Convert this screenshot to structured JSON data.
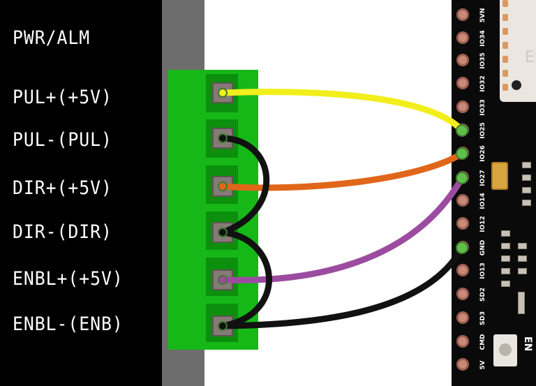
{
  "driver": {
    "labels": [
      "PWR/ALM",
      "PUL+(+5V)",
      "PUL-(PUL)",
      "DIR+(+5V)",
      "DIR-(DIR)",
      "ENBL+(+5V)",
      "ENBL-(ENB)"
    ]
  },
  "board": {
    "pins": [
      "5VN",
      "IO34",
      "IO35",
      "IO32",
      "IO33",
      "IO25",
      "IO26",
      "IO27",
      "IO14",
      "IO12",
      "GND",
      "IO13",
      "SD2",
      "SD3",
      "CMD",
      "5V"
    ],
    "module_text": "ES",
    "button_label": "EN"
  },
  "wires": [
    {
      "from": "PUL+(+5V)",
      "to": "IO25",
      "color": "#f2ee1c"
    },
    {
      "from": "DIR+(+5V)",
      "to": "IO26",
      "color": "#e0661a"
    },
    {
      "from": "ENBL+(+5V)",
      "to": "IO27",
      "color": "#9c4ca0"
    },
    {
      "from": "ENBL-(ENB)",
      "to": "GND",
      "color": "#111111"
    },
    {
      "from": "PUL-(PUL)",
      "to": "DIR-(DIR)",
      "color": "#111111"
    },
    {
      "from": "DIR-(DIR)",
      "to": "ENBL-(ENB)",
      "color": "#111111"
    }
  ],
  "colors": {
    "terminal": "#16b818",
    "pad": "#c98a7a",
    "pin_active": "#5fbf4a"
  }
}
